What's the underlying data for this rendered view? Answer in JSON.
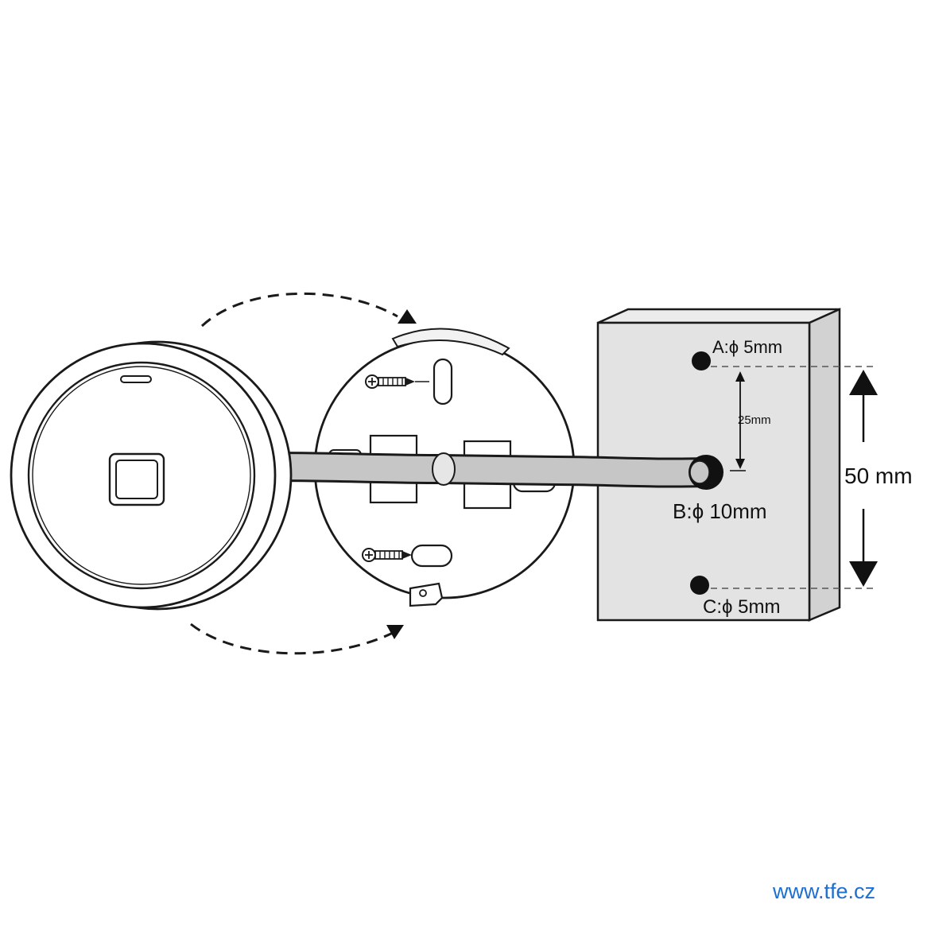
{
  "labels": {
    "hole_a": "A:ϕ 5mm",
    "hole_b": "B:ϕ 10mm",
    "hole_c": "C:ϕ 5mm",
    "dim_small": "25mm",
    "dim_large": "50 mm"
  },
  "footer": {
    "url": "www.tfe.cz"
  },
  "colors": {
    "line": "#1a1a1a",
    "wall_fill": "#e3e3e3",
    "cable_fill": "#c6c6c6",
    "url": "#1e6fd0"
  },
  "icons": [
    "screw-icon",
    "fingerprint-sensor-icon",
    "arrow-icon"
  ]
}
